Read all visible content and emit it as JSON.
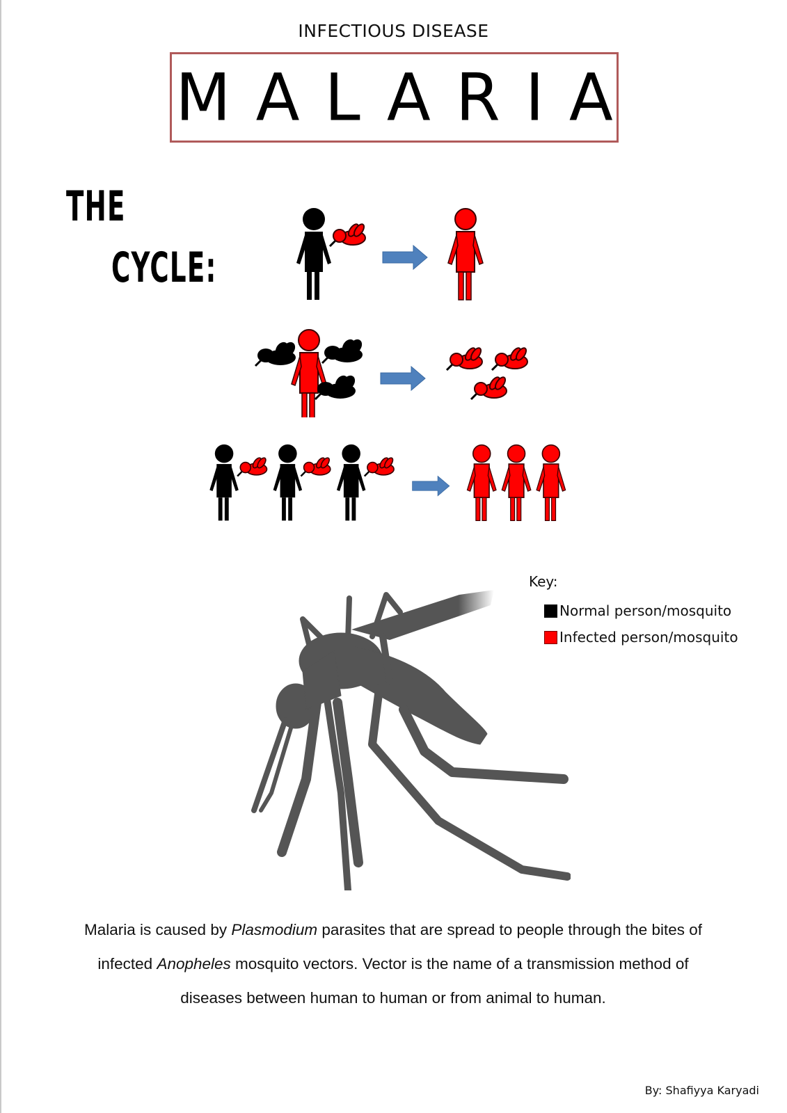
{
  "header": {
    "subtitle": "INFECTIOUS DISEASE",
    "title": "MALARIA",
    "title_border_color": "#b05a5a"
  },
  "cycle": {
    "heading_line1": "THE",
    "heading_line2": "CYCLE:",
    "arrow_color": "#4f81bd",
    "rows": [
      {
        "before": "1 normal person bitten by 1 infected mosquito",
        "after": "1 infected person"
      },
      {
        "before": "1 infected person bitten by 3 normal mosquitoes",
        "after": "3 infected mosquitoes"
      },
      {
        "before": "3 normal persons bitten by 3 infected mosquitoes",
        "after": "3 infected persons"
      }
    ]
  },
  "key": {
    "title": "Key:",
    "items": [
      {
        "label": "Normal person/mosquito",
        "color": "#000000"
      },
      {
        "label": "Infected person/mosquito",
        "color": "#ff0000"
      }
    ]
  },
  "description": {
    "part1": "Malaria is caused by ",
    "italic1": "Plasmodium",
    "part2": " parasites that are spread to people through the bites of infected ",
    "italic2": "Anopheles",
    "part3": " mosquito vectors.  Vector is the name of a transmission method of diseases between human to human or from animal to human."
  },
  "footer": {
    "author": "By: Shafiyya Karyadi"
  },
  "colors": {
    "normal": "#000000",
    "infected": "#ff0000",
    "infected_outline": "#7a0000",
    "mosquito_silhouette": "#555555"
  }
}
